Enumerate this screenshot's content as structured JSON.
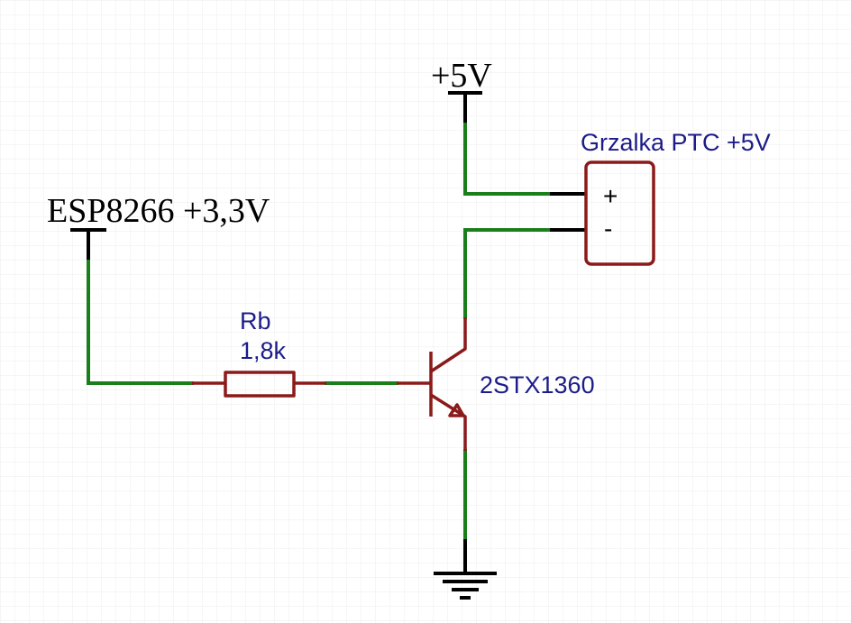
{
  "power_labels": {
    "vcc": "+5V",
    "esp": "ESP8266 +3,3V"
  },
  "resistor": {
    "name": "Rb",
    "value": "1,8k"
  },
  "transistor": {
    "part": "2STX1360"
  },
  "heater": {
    "name": "Grzalka PTC +5V",
    "pin_plus": "+",
    "pin_minus": "-"
  },
  "colors": {
    "wire": "#1a7f1a",
    "component": "#8b1a1a",
    "label": "#1c1c8a",
    "grid": "#e6e6e6"
  }
}
